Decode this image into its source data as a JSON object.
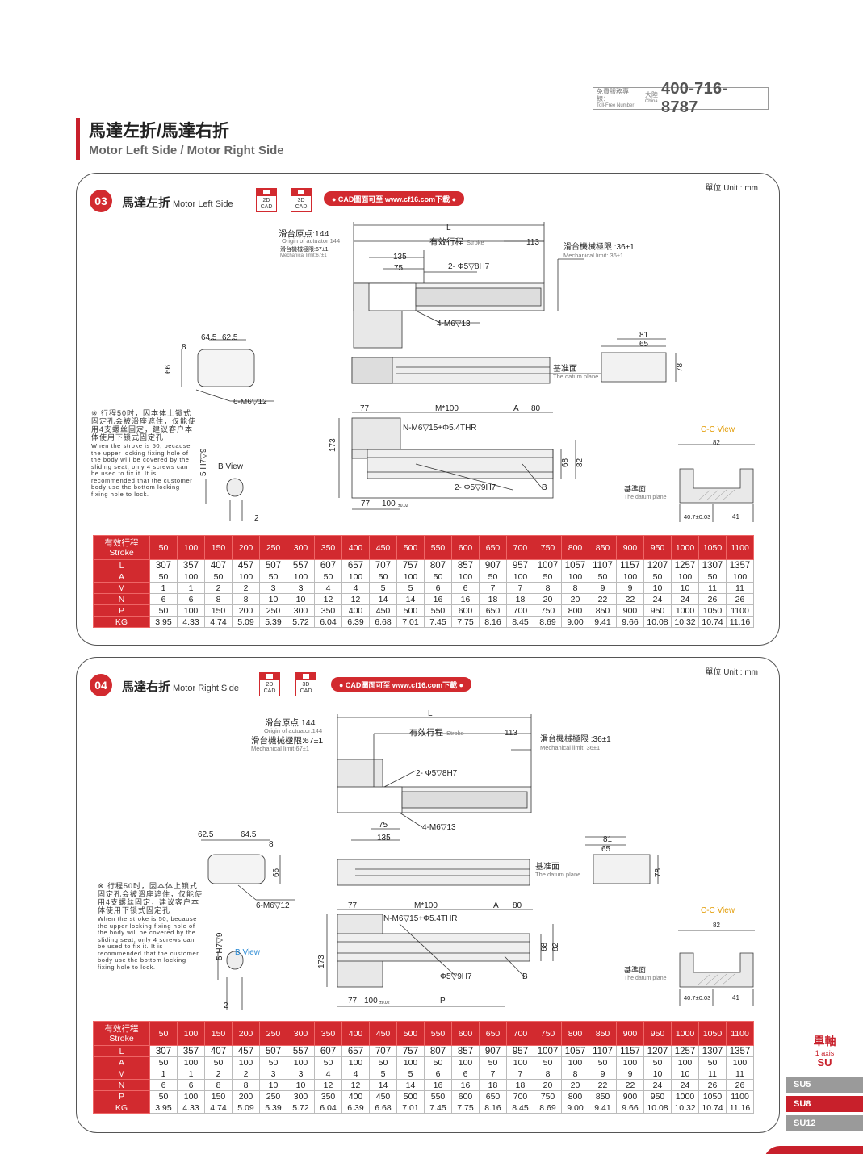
{
  "hotline": {
    "label_zh": "免費服務專線：",
    "label_en": "Toll-Free Number",
    "region_zh": "大陸",
    "region_en": "China",
    "number": "400-716-8787"
  },
  "page_title": {
    "zh": "馬達左折/馬達右折",
    "en": "Motor Left Side / Motor Right Side"
  },
  "unit": "單位 Unit : mm",
  "cad": {
    "icon2d": "2D\nCAD",
    "icon2d_l1": "2D",
    "icon2d_l2": "CAD",
    "icon3d_l1": "3D",
    "icon3d_l2": "CAD",
    "pill": "● CAD圖面可至 www.cf16.com下載 ●"
  },
  "sections": [
    {
      "number": "03",
      "title_zh": "馬達左折",
      "title_en": "Motor Left Side"
    },
    {
      "number": "04",
      "title_zh": "馬達右折",
      "title_en": "Motor Right Side"
    }
  ],
  "labels": {
    "L": "L",
    "stroke_zh": "有效行程",
    "stroke_en": "Stroke",
    "origin_zh": "滑台原点:144",
    "origin_en": "Origin of actuator:144",
    "mech_zh": "滑台機械極限:67±1",
    "mech_en": "Mechanical limit:67±1",
    "mech_right_zh": "滑台機械極限 :36±1",
    "mech_right_en": "Mechanical limit: 36±1",
    "d113": "113",
    "d135": "135",
    "d75": "75",
    "hole_2phi5": "2- Φ5▽8H7",
    "hole_4m6": "4-M6▽13",
    "d64_5": "64.5",
    "d62_5": "62.5",
    "d8": "8",
    "d66": "66",
    "hole_6m6": "6-M6▽12",
    "d81": "81",
    "d65": "65",
    "d78": "78",
    "datum_zh": "基准面",
    "datum_en": "The datum plane",
    "d77": "77",
    "m100": "M*100",
    "A": "A",
    "d80": "80",
    "hole_nm6": "N-M6▽15+Φ5.4THR",
    "d173": "173",
    "d68": "68",
    "d82": "82",
    "hole_2phi5_9": "2- Φ5▽9H7",
    "hole_phi5_9": "Φ5▽9H7",
    "B": "B",
    "d100": "100",
    "d100_tol": "±0.02",
    "P": "P",
    "bview_dim": "5 H7▽9",
    "bview": "B View",
    "d2": "2",
    "ccview": "C-C View",
    "cc_82": "82",
    "cc_datum_zh": "基準面",
    "cc_datum_en": "The datum plane",
    "cc_407": "40.7±0.03",
    "cc_41": "41"
  },
  "note": {
    "zh": "※ 行程50时，因本体上锁式固定孔会被滑座遮住，仅能使用4支螺丝固定，建议客户本体使用下锁式固定孔",
    "en": "When the stroke is 50, because the upper locking fixing hole of the body will be covered by the sliding seat, only 4 screws can be used to fix it. It is recommended that the customer body use the bottom locking fixing hole to lock."
  },
  "table": {
    "header_zh": "有效行程",
    "header_en": "Stroke",
    "strokes": [
      "50",
      "100",
      "150",
      "200",
      "250",
      "300",
      "350",
      "400",
      "450",
      "500",
      "550",
      "600",
      "650",
      "700",
      "750",
      "800",
      "850",
      "900",
      "950",
      "1000",
      "1050",
      "1100"
    ],
    "rows": [
      {
        "name": "L",
        "values": [
          "307",
          "357",
          "407",
          "457",
          "507",
          "557",
          "607",
          "657",
          "707",
          "757",
          "807",
          "857",
          "907",
          "957",
          "1007",
          "1057",
          "1107",
          "1157",
          "1207",
          "1257",
          "1307",
          "1357"
        ]
      },
      {
        "name": "A",
        "values": [
          "50",
          "100",
          "50",
          "100",
          "50",
          "100",
          "50",
          "100",
          "50",
          "100",
          "50",
          "100",
          "50",
          "100",
          "50",
          "100",
          "50",
          "100",
          "50",
          "100",
          "50",
          "100"
        ]
      },
      {
        "name": "M",
        "values": [
          "1",
          "1",
          "2",
          "2",
          "3",
          "3",
          "4",
          "4",
          "5",
          "5",
          "6",
          "6",
          "7",
          "7",
          "8",
          "8",
          "9",
          "9",
          "10",
          "10",
          "11",
          "11"
        ]
      },
      {
        "name": "N",
        "values": [
          "6",
          "6",
          "8",
          "8",
          "10",
          "10",
          "12",
          "12",
          "14",
          "14",
          "16",
          "16",
          "18",
          "18",
          "20",
          "20",
          "22",
          "22",
          "24",
          "24",
          "26",
          "26"
        ]
      },
      {
        "name": "P",
        "values": [
          "50",
          "100",
          "150",
          "200",
          "250",
          "300",
          "350",
          "400",
          "450",
          "500",
          "550",
          "600",
          "650",
          "700",
          "750",
          "800",
          "850",
          "900",
          "950",
          "1000",
          "1050",
          "1100"
        ]
      },
      {
        "name": "KG",
        "values": [
          "3.95",
          "4.33",
          "4.74",
          "5.09",
          "5.39",
          "5.72",
          "6.04",
          "6.39",
          "6.68",
          "7.01",
          "7.45",
          "7.75",
          "8.16",
          "8.45",
          "8.69",
          "9.00",
          "9.41",
          "9.66",
          "10.08",
          "10.32",
          "10.74",
          "11.16"
        ]
      }
    ]
  },
  "sidetab": {
    "zh": "單軸",
    "en1": "1 axis",
    "en2": "SU",
    "items": [
      "SU5",
      "SU8",
      "SU12"
    ],
    "active": "SU8"
  }
}
